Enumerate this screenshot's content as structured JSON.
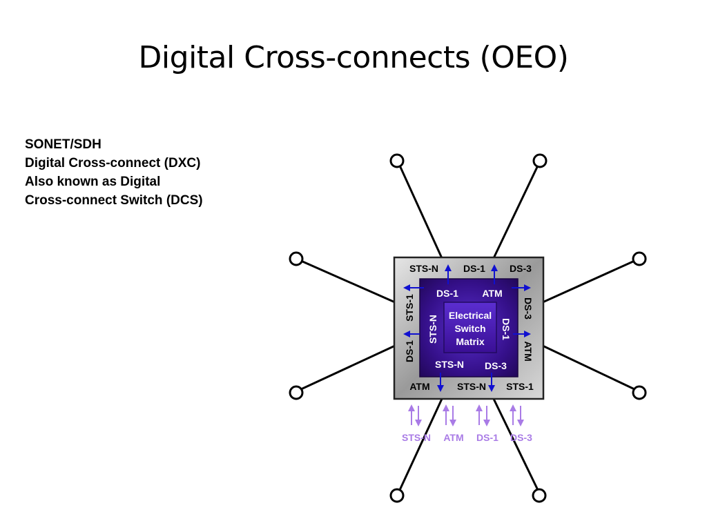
{
  "title": "Digital Cross-connects (OEO)",
  "description": [
    "SONET/SDH",
    "Digital Cross-connect (DXC)",
    "Also known as Digital",
    "Cross-connect Switch (DCS)"
  ],
  "diagram": {
    "core_label": [
      "Electrical",
      "Switch",
      "Matrix"
    ],
    "outer_top": [
      "STS-N",
      "DS-1",
      "DS-3"
    ],
    "outer_bottom": [
      "ATM",
      "STS-N",
      "STS-1"
    ],
    "outer_left": [
      "STS-1",
      "DS-1"
    ],
    "outer_right": [
      "DS-3",
      "ATM"
    ],
    "inner_top": [
      "DS-1",
      "ATM"
    ],
    "inner_bottom": [
      "STS-N",
      "DS-3"
    ],
    "inner_left": "STS-N",
    "inner_right": "DS-1",
    "tributaries": [
      "STS-N",
      "ATM",
      "DS-1",
      "DS-3"
    ]
  },
  "colors": {
    "outer_box": "#a8a8a8",
    "inner_box": "#3a0a8c",
    "core_box": "#4b1fa8",
    "arrow": "#1010d0",
    "tributary": "#a97be6"
  }
}
